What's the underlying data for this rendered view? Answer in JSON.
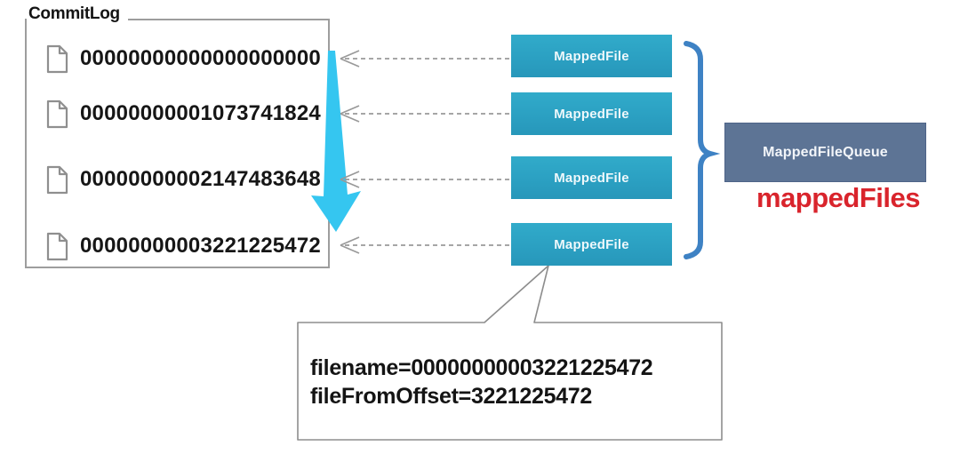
{
  "diagram": {
    "commitlog": {
      "title": "CommitLog",
      "files": [
        "00000000000000000000",
        "00000000001073741824",
        "00000000002147483648",
        "00000000003221225472"
      ]
    },
    "mapped_files": [
      "MappedFile",
      "MappedFile",
      "MappedFile",
      "MappedFile"
    ],
    "queue": {
      "label": "MappedFileQueue",
      "field_label": "mappedFiles"
    },
    "callout": {
      "line1": "filename=00000000003221225472",
      "line2": "fileFromOffset=3221225472"
    },
    "colors": {
      "mapped_file_box": "#2ba5c5",
      "queue_box": "#5d7495",
      "brace": "#3e82c4",
      "big_arrow": "#35c6f0",
      "field_label_text": "#d9242c",
      "connector_gray": "#999999"
    }
  }
}
